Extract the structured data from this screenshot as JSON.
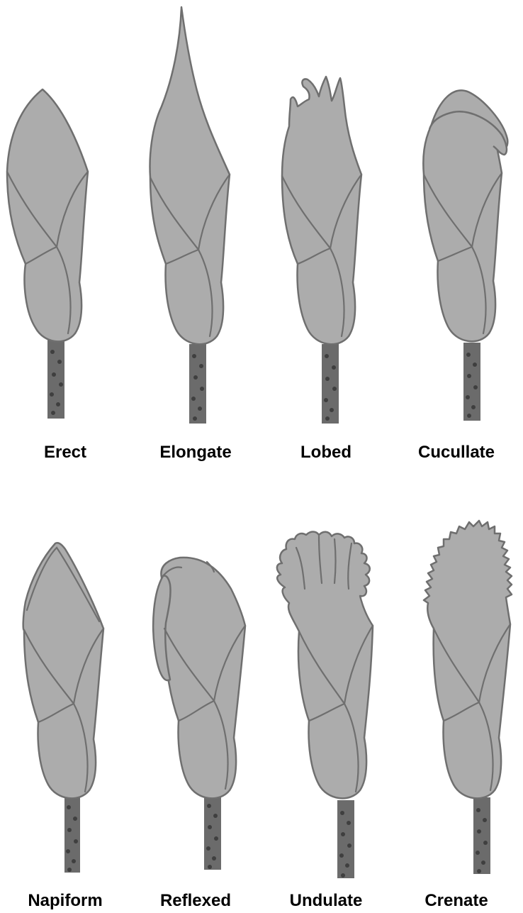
{
  "forms": [
    {
      "id": "erect",
      "label": "Erect"
    },
    {
      "id": "elongate",
      "label": "Elongate"
    },
    {
      "id": "lobed",
      "label": "Lobed"
    },
    {
      "id": "cucullate",
      "label": "Cucullate"
    },
    {
      "id": "napiform",
      "label": "Napiform"
    },
    {
      "id": "reflexed",
      "label": "Reflexed"
    },
    {
      "id": "undulate",
      "label": "Undulate"
    },
    {
      "id": "crenate",
      "label": "Crenate"
    }
  ],
  "colors": {
    "bract_fill": "#acacac",
    "outline": "#6f6f6f",
    "stem": "#6b6b6b",
    "stem_dots": "#3f3f3f",
    "label_text": "#000000"
  }
}
